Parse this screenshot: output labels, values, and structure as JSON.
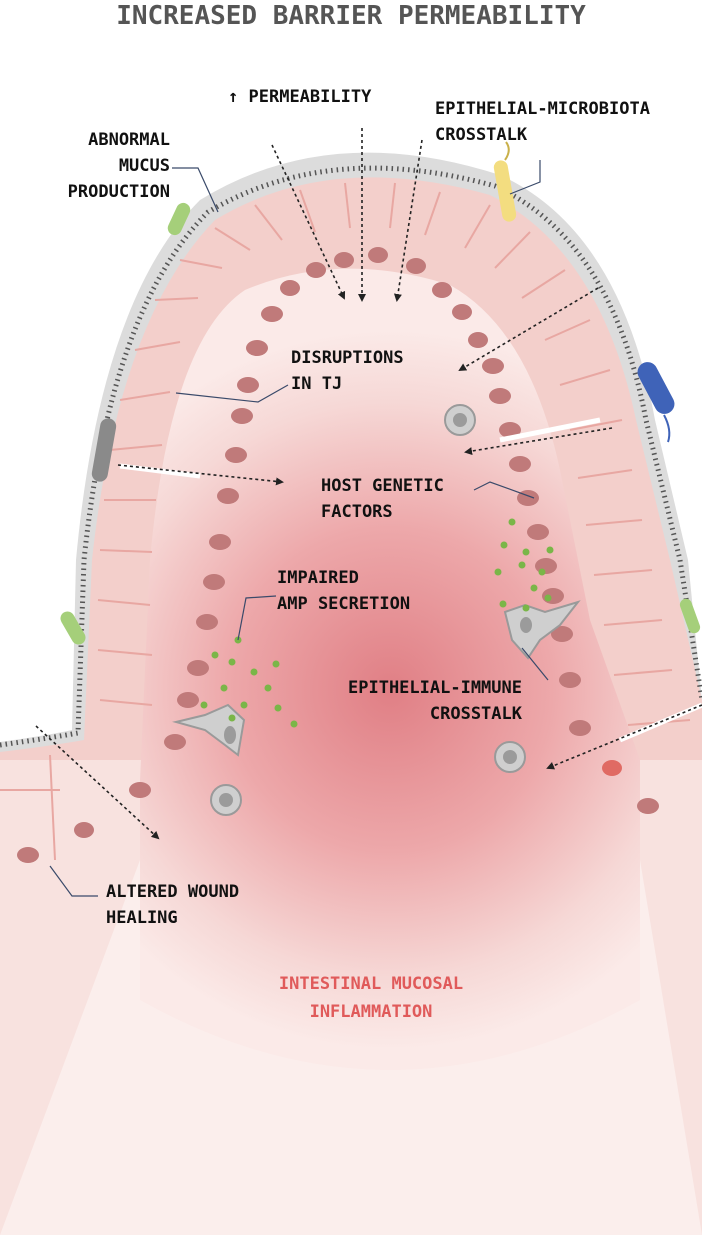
{
  "title": "INCREASED BARRIER PERMEABILITY",
  "colors": {
    "inflammation_text": "#e05a5a",
    "mucus": "#dcdcdc",
    "epithelium": "#f3cfcb",
    "cell_border": "#e8a7a2",
    "nucleus": "#c07a7a",
    "lamina_core": "#e07f85",
    "amp_dots": "#7ab648"
  },
  "labels": {
    "permeability": "PERMEABILITY",
    "permeability_arrow": "↑",
    "abnormal_mucus": [
      "ABNORMAL",
      "MUCUS",
      "PRODUCTION"
    ],
    "epithelial_microbiota": [
      "EPITHELIAL-MICROBIOTA",
      "CROSSTALK"
    ],
    "disruptions_tj": [
      "DISRUPTIONS",
      "IN TJ"
    ],
    "host_genetic": [
      "HOST GENETIC",
      "FACTORS"
    ],
    "impaired_amp": [
      "IMPAIRED",
      "AMP SECRETION"
    ],
    "epithelial_immune": [
      "EPITHELIAL-IMMUNE",
      "CROSSTALK"
    ],
    "altered_wound": [
      "ALTERED WOUND",
      "HEALING"
    ],
    "inflammation": [
      "INTESTINAL MUCOSAL",
      "INFLAMMATION"
    ]
  }
}
